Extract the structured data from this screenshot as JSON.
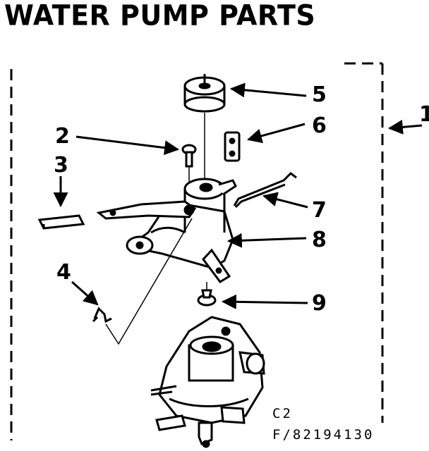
{
  "title": "WATER PUMP PARTS",
  "callouts": [
    {
      "id": "1",
      "label": "1"
    },
    {
      "id": "2",
      "label": "2"
    },
    {
      "id": "3",
      "label": "3"
    },
    {
      "id": "4",
      "label": "4"
    },
    {
      "id": "5",
      "label": "5"
    },
    {
      "id": "6",
      "label": "6"
    },
    {
      "id": "7",
      "label": "7"
    },
    {
      "id": "8",
      "label": "8"
    },
    {
      "id": "9",
      "label": "9"
    }
  ],
  "drawing_code": "C2",
  "part_number": "F/82194130"
}
